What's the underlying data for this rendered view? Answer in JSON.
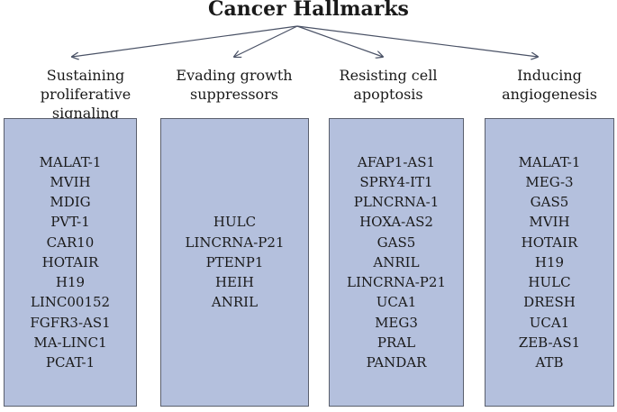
{
  "title": "Cancer Hallmarks",
  "categories": [
    {
      "heading_lines": [
        "Sustaining proliferative",
        "signaling"
      ],
      "items": [
        "MALAT-1",
        "MVIH",
        "MDIG",
        "PVT-1",
        "CAR10",
        "HOTAIR",
        "H19",
        "LINC00152",
        "FGFR3-AS1",
        "MA-LINC1",
        "PCAT-1"
      ]
    },
    {
      "heading_lines": [
        "Evading growth",
        "suppressors"
      ],
      "items": [
        "HULC",
        "LINCRNA-P21",
        "PTENP1",
        "HEIH",
        "ANRIL"
      ]
    },
    {
      "heading_lines": [
        "Resisting cell",
        "apoptosis"
      ],
      "items": [
        "AFAP1-AS1",
        "SPRY4-IT1",
        "PLNCRNA-1",
        "HOXA-AS2",
        "GAS5",
        "ANRIL",
        "LINCRNA-P21",
        "UCA1",
        "MEG3",
        "PRAL",
        "PANDAR"
      ]
    },
    {
      "heading_lines": [
        "Inducing",
        "angiogenesis"
      ],
      "items": [
        "MALAT-1",
        "MEG-3",
        "GAS5",
        "MVIH",
        "HOTAIR",
        "H19",
        "HULC",
        "DRESH",
        "UCA1",
        "ZEB-AS1",
        "ATB"
      ]
    }
  ],
  "colors": {
    "box_fill": "#b4c0dd",
    "box_border": "#5a5f6d",
    "arrow": "#4a5266",
    "text": "#1a1a1a"
  }
}
